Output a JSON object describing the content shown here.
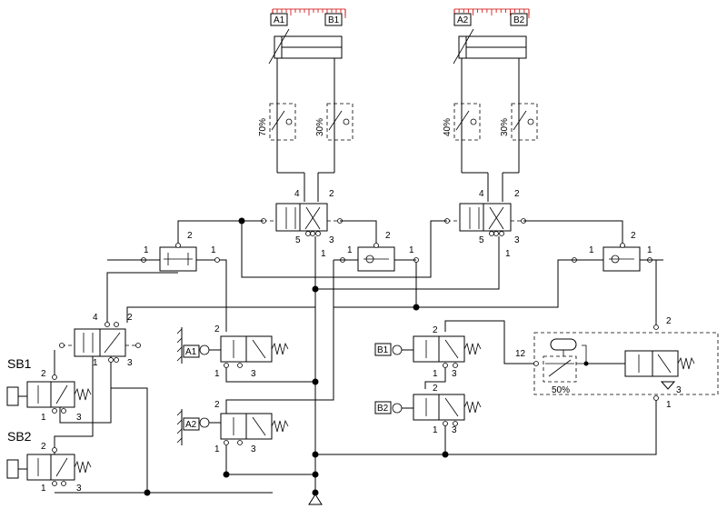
{
  "cylinders": [
    {
      "left_label": "A1",
      "right_label": "B1"
    },
    {
      "left_label": "A2",
      "right_label": "B2"
    }
  ],
  "flow_valves": [
    "70%",
    "30%",
    "40%",
    "30%"
  ],
  "ports": {
    "main_valve": [
      "4",
      "2",
      "5",
      "1",
      "3"
    ],
    "one": "1",
    "two": "2",
    "three": "3",
    "twelve": "12"
  },
  "buttons": {
    "sb1": "SB1",
    "sb2": "SB2"
  },
  "limit_valves": [
    "A1",
    "A2",
    "B1",
    "B2"
  ],
  "timer_percent": "50%"
}
